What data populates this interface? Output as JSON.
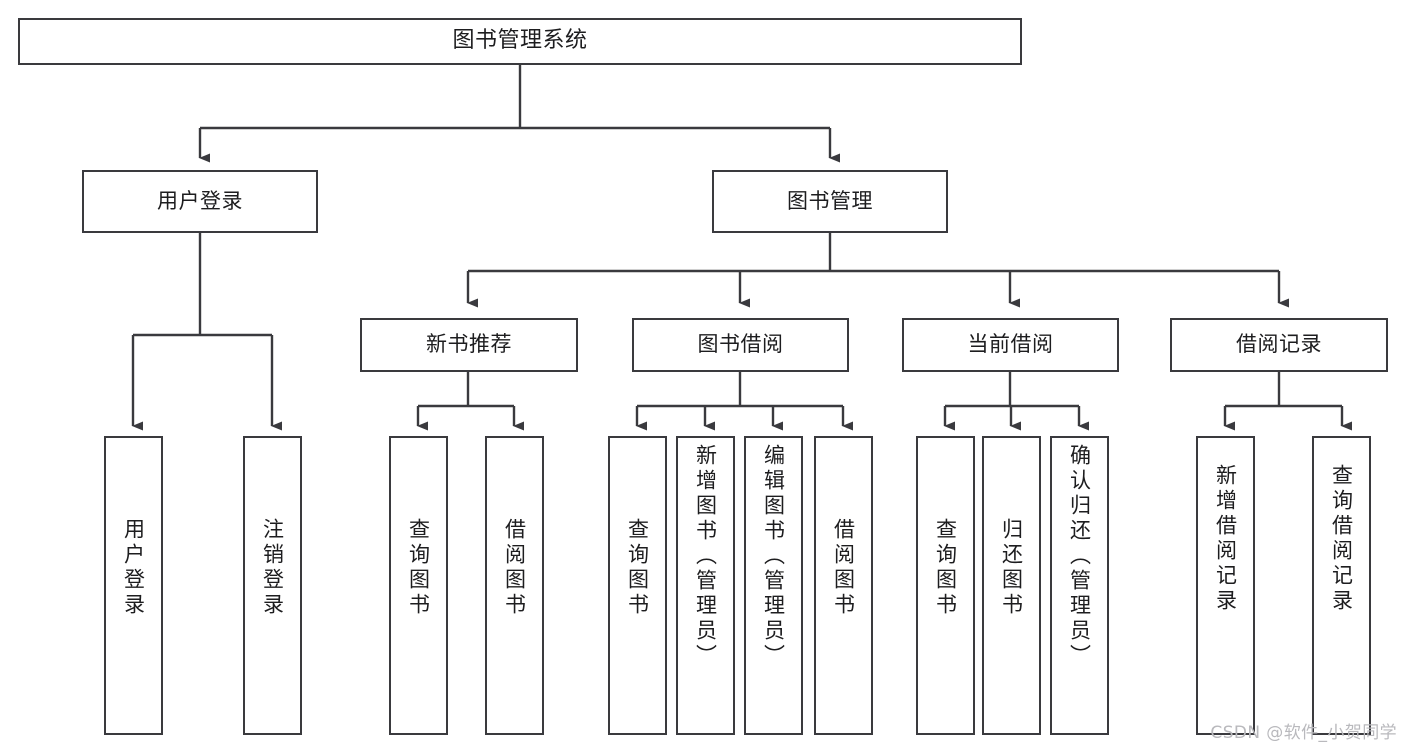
{
  "diagram": {
    "title": "图书管理系统",
    "type": "功能结构图",
    "line_color": "#3a3a3e",
    "text_color": "#1d1d1f",
    "background_color": "#ffffff"
  },
  "root": {
    "label": "图书管理系统"
  },
  "level1": [
    {
      "label": "用户登录"
    },
    {
      "label": "图书管理"
    }
  ],
  "level2": [
    {
      "label": "新书推荐"
    },
    {
      "label": "图书借阅"
    },
    {
      "label": "当前借阅"
    },
    {
      "label": "借阅记录"
    }
  ],
  "leaves": {
    "user_login": [
      {
        "label": "用户登录"
      },
      {
        "label": "注销登录"
      }
    ],
    "new_book_recommend": [
      {
        "label": "查询图书"
      },
      {
        "label": "借阅图书"
      }
    ],
    "book_borrow": [
      {
        "label": "查询图书"
      },
      {
        "label": "新增图书（管理员）"
      },
      {
        "label": "编辑图书（管理员）"
      },
      {
        "label": "借阅图书"
      }
    ],
    "current_borrow": [
      {
        "label": "查询图书"
      },
      {
        "label": "归还图书"
      },
      {
        "label": "确认归还（管理员）"
      }
    ],
    "borrow_record": [
      {
        "label": "新增借阅记录"
      },
      {
        "label": "查询借阅记录"
      }
    ]
  },
  "watermark": {
    "text": "CSDN @软件_小贺同学"
  }
}
